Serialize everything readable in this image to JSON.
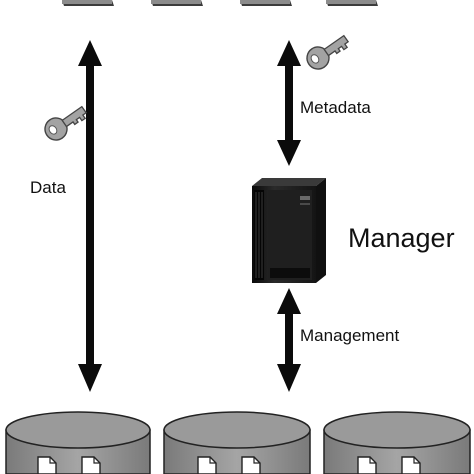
{
  "labels": {
    "data": "Data",
    "metadata": "Metadata",
    "manager": "Manager",
    "management": "Management"
  },
  "colors": {
    "arrow": "#0b0b0b",
    "key": "#9a9a9a",
    "disk": "#8a8a8a",
    "server": "#1c1c1c",
    "client_box": "#5a5a5a"
  },
  "icons": {
    "client": "client-box-icon",
    "key": "key-icon",
    "server": "server-tower-icon",
    "disk": "disk-cylinder-icon",
    "document": "document-icon"
  }
}
